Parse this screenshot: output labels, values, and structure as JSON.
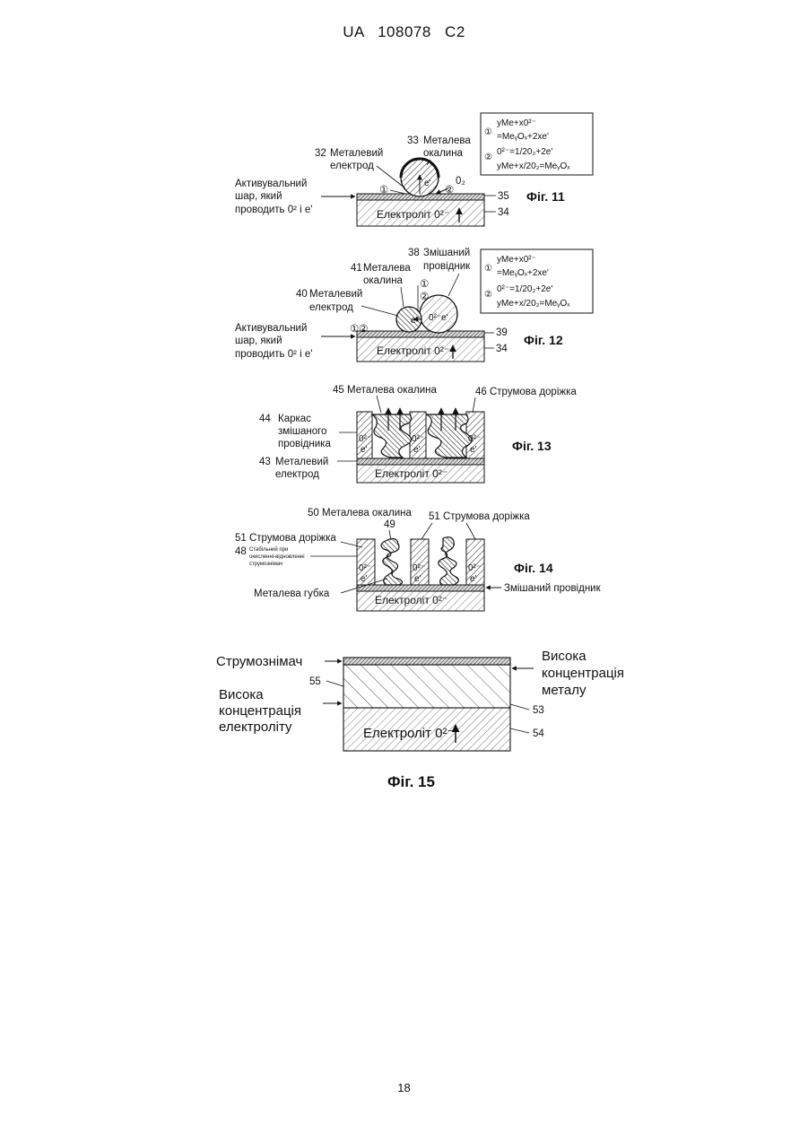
{
  "header": "UA 108078 C2",
  "page_number": "18",
  "fig11": {
    "caption": "Фіг. 11",
    "num_electrode": "32",
    "label_electrode_1": "Металевий",
    "label_electrode_2": "електрод",
    "num_scale": "33",
    "label_scale_1": "Металева",
    "label_scale_2": "окалина",
    "label_layer_1": "Активувальний",
    "label_layer_2": "шар, який",
    "label_layer_3": "проводить 0² і e'",
    "electrolyte": "Електроліт 0²⁻",
    "o2": "0₂",
    "e": "e'",
    "ref_35": "35",
    "ref_34": "34",
    "circle_1": "①",
    "circle_2": "②",
    "eq_1a": "yMe+x0²⁻",
    "eq_1b": "=MeᵧOₓ+2xe'",
    "eq_2a": "0²⁻=1/20₂+2e'",
    "eq_2b": "yMe+x/20₂=MeᵧOₓ"
  },
  "fig12": {
    "caption": "Фіг. 12",
    "num_mixed": "38",
    "label_mixed_1": "Змішаний",
    "label_mixed_2": "провідник",
    "num_scale": "41",
    "label_scale_1": "Металева",
    "label_scale_2": "окалина",
    "num_electrode": "40",
    "label_electrode_1": "Металевий",
    "label_electrode_2": "електрод",
    "label_layer_1": "Активувальний",
    "label_layer_2": "шар, який",
    "label_layer_3": "проводить 0² і e'",
    "electrolyte": "Електроліт 0²⁻",
    "ref_39": "39",
    "ref_34": "34",
    "o2e": "0²⁻e'",
    "e": "e'",
    "marks": "①②",
    "circle_1": "①",
    "circle_2": "②",
    "eq_1a": "yMe+x0²⁻",
    "eq_1b": "=MeᵧOₓ+2xe'",
    "eq_2a": "0²⁻=1/20₂+2e'",
    "eq_2b": "yMe+x/20₂=MeᵧOₓ"
  },
  "fig13": {
    "caption": "Фіг. 13",
    "label_scale": "45 Металева окалина",
    "label_path": "46 Струмова доріжка",
    "num_frame": "44",
    "label_frame_1": "Каркас",
    "label_frame_2": "змішаного",
    "label_frame_3": "провідника",
    "num_electrode": "43",
    "label_electrode_1": "Металевий",
    "label_electrode_2": "електрод",
    "electrolyte": "Електроліт 0²⁻",
    "o2": "0²⁻",
    "e": "e'"
  },
  "fig14": {
    "caption": "Фіг. 14",
    "label_scale": "50 Металева окалина",
    "ref_49": "49",
    "label_path_right": "51 Струмова доріжка",
    "label_path_left": "51 Струмова доріжка",
    "num_48": "48",
    "small_1": "Стабільний при",
    "small_2": "окисленні-відновленні",
    "small_3": "струмознімач",
    "label_sponge": "Металева губка",
    "label_mixed": "Змішаний провідник",
    "electrolyte": "Електроліт 0²⁻",
    "o2": "0²⁻",
    "e": "e'"
  },
  "fig15": {
    "caption": "Фіг. 15",
    "label_collector": "Струмознімач",
    "ref_55": "55",
    "label_high_el_1": "Висока",
    "label_high_el_2": "концентрація",
    "label_high_el_3": "електроліту",
    "label_high_met_1": "Висока",
    "label_high_met_2": "концентрація",
    "label_high_met_3": "металу",
    "ref_53": "53",
    "ref_54": "54",
    "electrolyte": "Електроліт 0²⁻"
  }
}
